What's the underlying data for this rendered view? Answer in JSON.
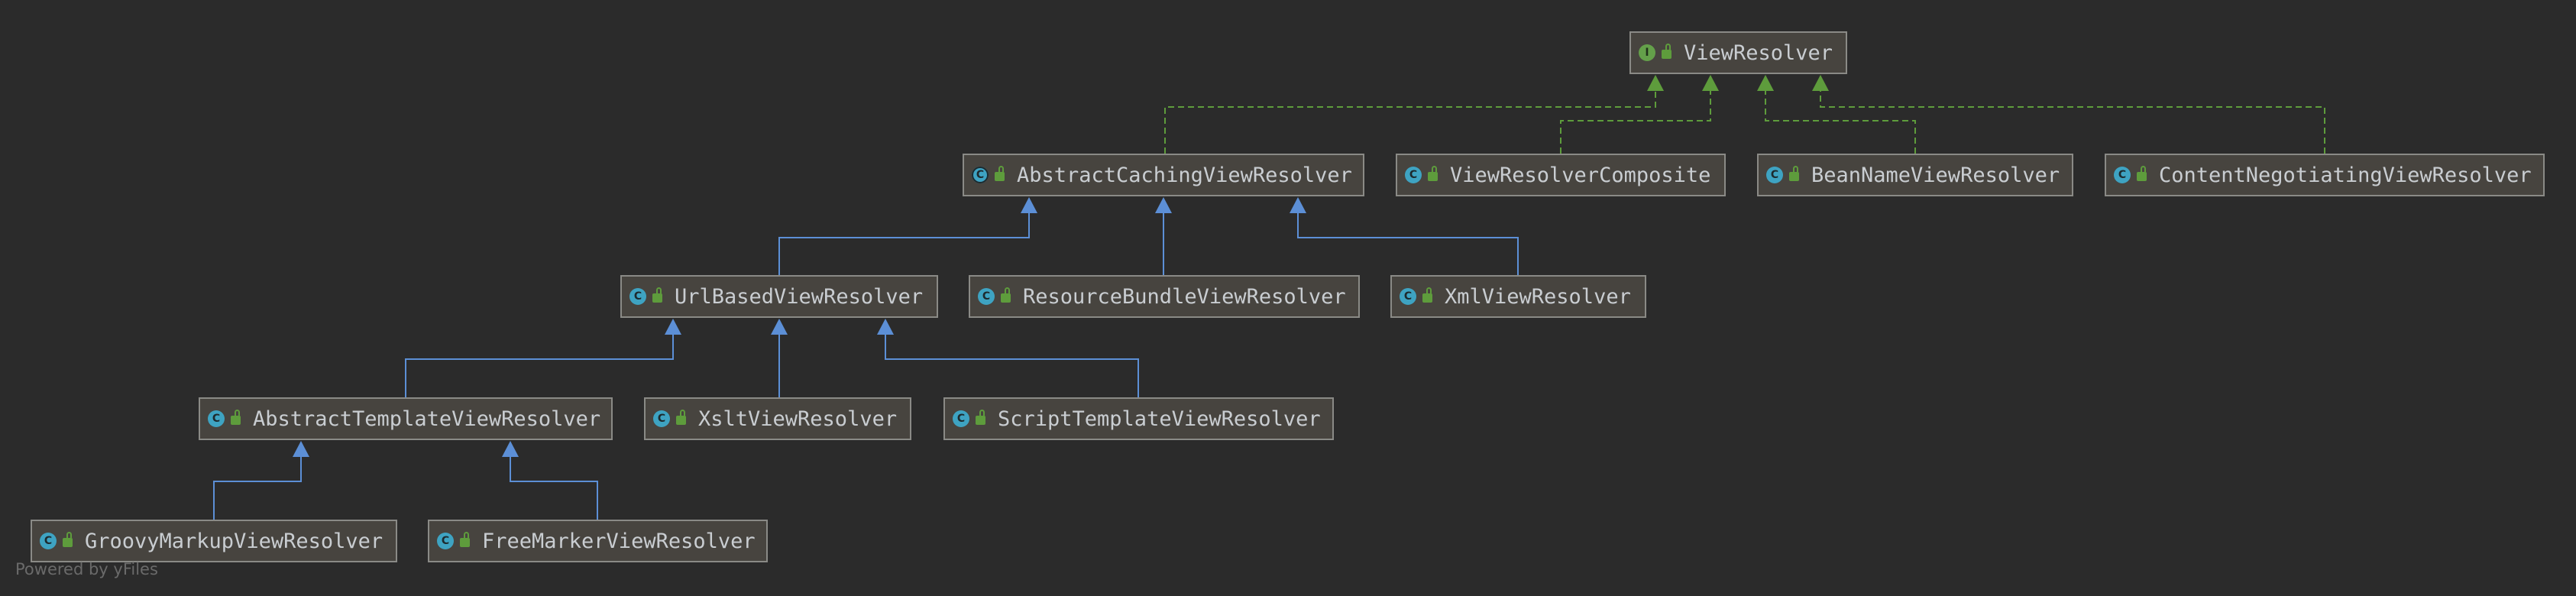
{
  "diagram": {
    "nodes": [
      {
        "id": "viewresolver",
        "label": "ViewResolver",
        "kind": "interface",
        "kind_letter": "I"
      },
      {
        "id": "abstractcaching",
        "label": "AbstractCachingViewResolver",
        "kind": "abstract",
        "kind_letter": "C"
      },
      {
        "id": "composite",
        "label": "ViewResolverComposite",
        "kind": "class",
        "kind_letter": "C"
      },
      {
        "id": "beanname",
        "label": "BeanNameViewResolver",
        "kind": "class",
        "kind_letter": "C"
      },
      {
        "id": "contentneg",
        "label": "ContentNegotiatingViewResolver",
        "kind": "class",
        "kind_letter": "C"
      },
      {
        "id": "urlbased",
        "label": "UrlBasedViewResolver",
        "kind": "class",
        "kind_letter": "C"
      },
      {
        "id": "resourcebundle",
        "label": "ResourceBundleViewResolver",
        "kind": "class",
        "kind_letter": "C"
      },
      {
        "id": "xml",
        "label": "XmlViewResolver",
        "kind": "class",
        "kind_letter": "C"
      },
      {
        "id": "abstracttemplate",
        "label": "AbstractTemplateViewResolver",
        "kind": "class",
        "kind_letter": "C"
      },
      {
        "id": "xslt",
        "label": "XsltViewResolver",
        "kind": "class",
        "kind_letter": "C"
      },
      {
        "id": "scripttemplate",
        "label": "ScriptTemplateViewResolver",
        "kind": "class",
        "kind_letter": "C"
      },
      {
        "id": "groovy",
        "label": "GroovyMarkupViewResolver",
        "kind": "class",
        "kind_letter": "C"
      },
      {
        "id": "freemarker",
        "label": "FreeMarkerViewResolver",
        "kind": "class",
        "kind_letter": "C"
      }
    ],
    "edges": [
      {
        "from": "abstractcaching",
        "to": "viewresolver",
        "type": "implements"
      },
      {
        "from": "composite",
        "to": "viewresolver",
        "type": "implements"
      },
      {
        "from": "beanname",
        "to": "viewresolver",
        "type": "implements"
      },
      {
        "from": "contentneg",
        "to": "viewresolver",
        "type": "implements"
      },
      {
        "from": "urlbased",
        "to": "abstractcaching",
        "type": "extends"
      },
      {
        "from": "resourcebundle",
        "to": "abstractcaching",
        "type": "extends"
      },
      {
        "from": "xml",
        "to": "abstractcaching",
        "type": "extends"
      },
      {
        "from": "abstracttemplate",
        "to": "urlbased",
        "type": "extends"
      },
      {
        "from": "xslt",
        "to": "urlbased",
        "type": "extends"
      },
      {
        "from": "scripttemplate",
        "to": "urlbased",
        "type": "extends"
      },
      {
        "from": "groovy",
        "to": "abstracttemplate",
        "type": "extends"
      },
      {
        "from": "freemarker",
        "to": "abstracttemplate",
        "type": "extends"
      }
    ]
  },
  "colors": {
    "background": "#2b2b2b",
    "extends_edge": "#5c8fd6",
    "implements_edge": "#5e9c3c",
    "node_fill": "#47443f",
    "node_border": "#8a8a86",
    "node_text": "#c9cdd1"
  },
  "footer": {
    "text": "Powered by yFiles"
  }
}
